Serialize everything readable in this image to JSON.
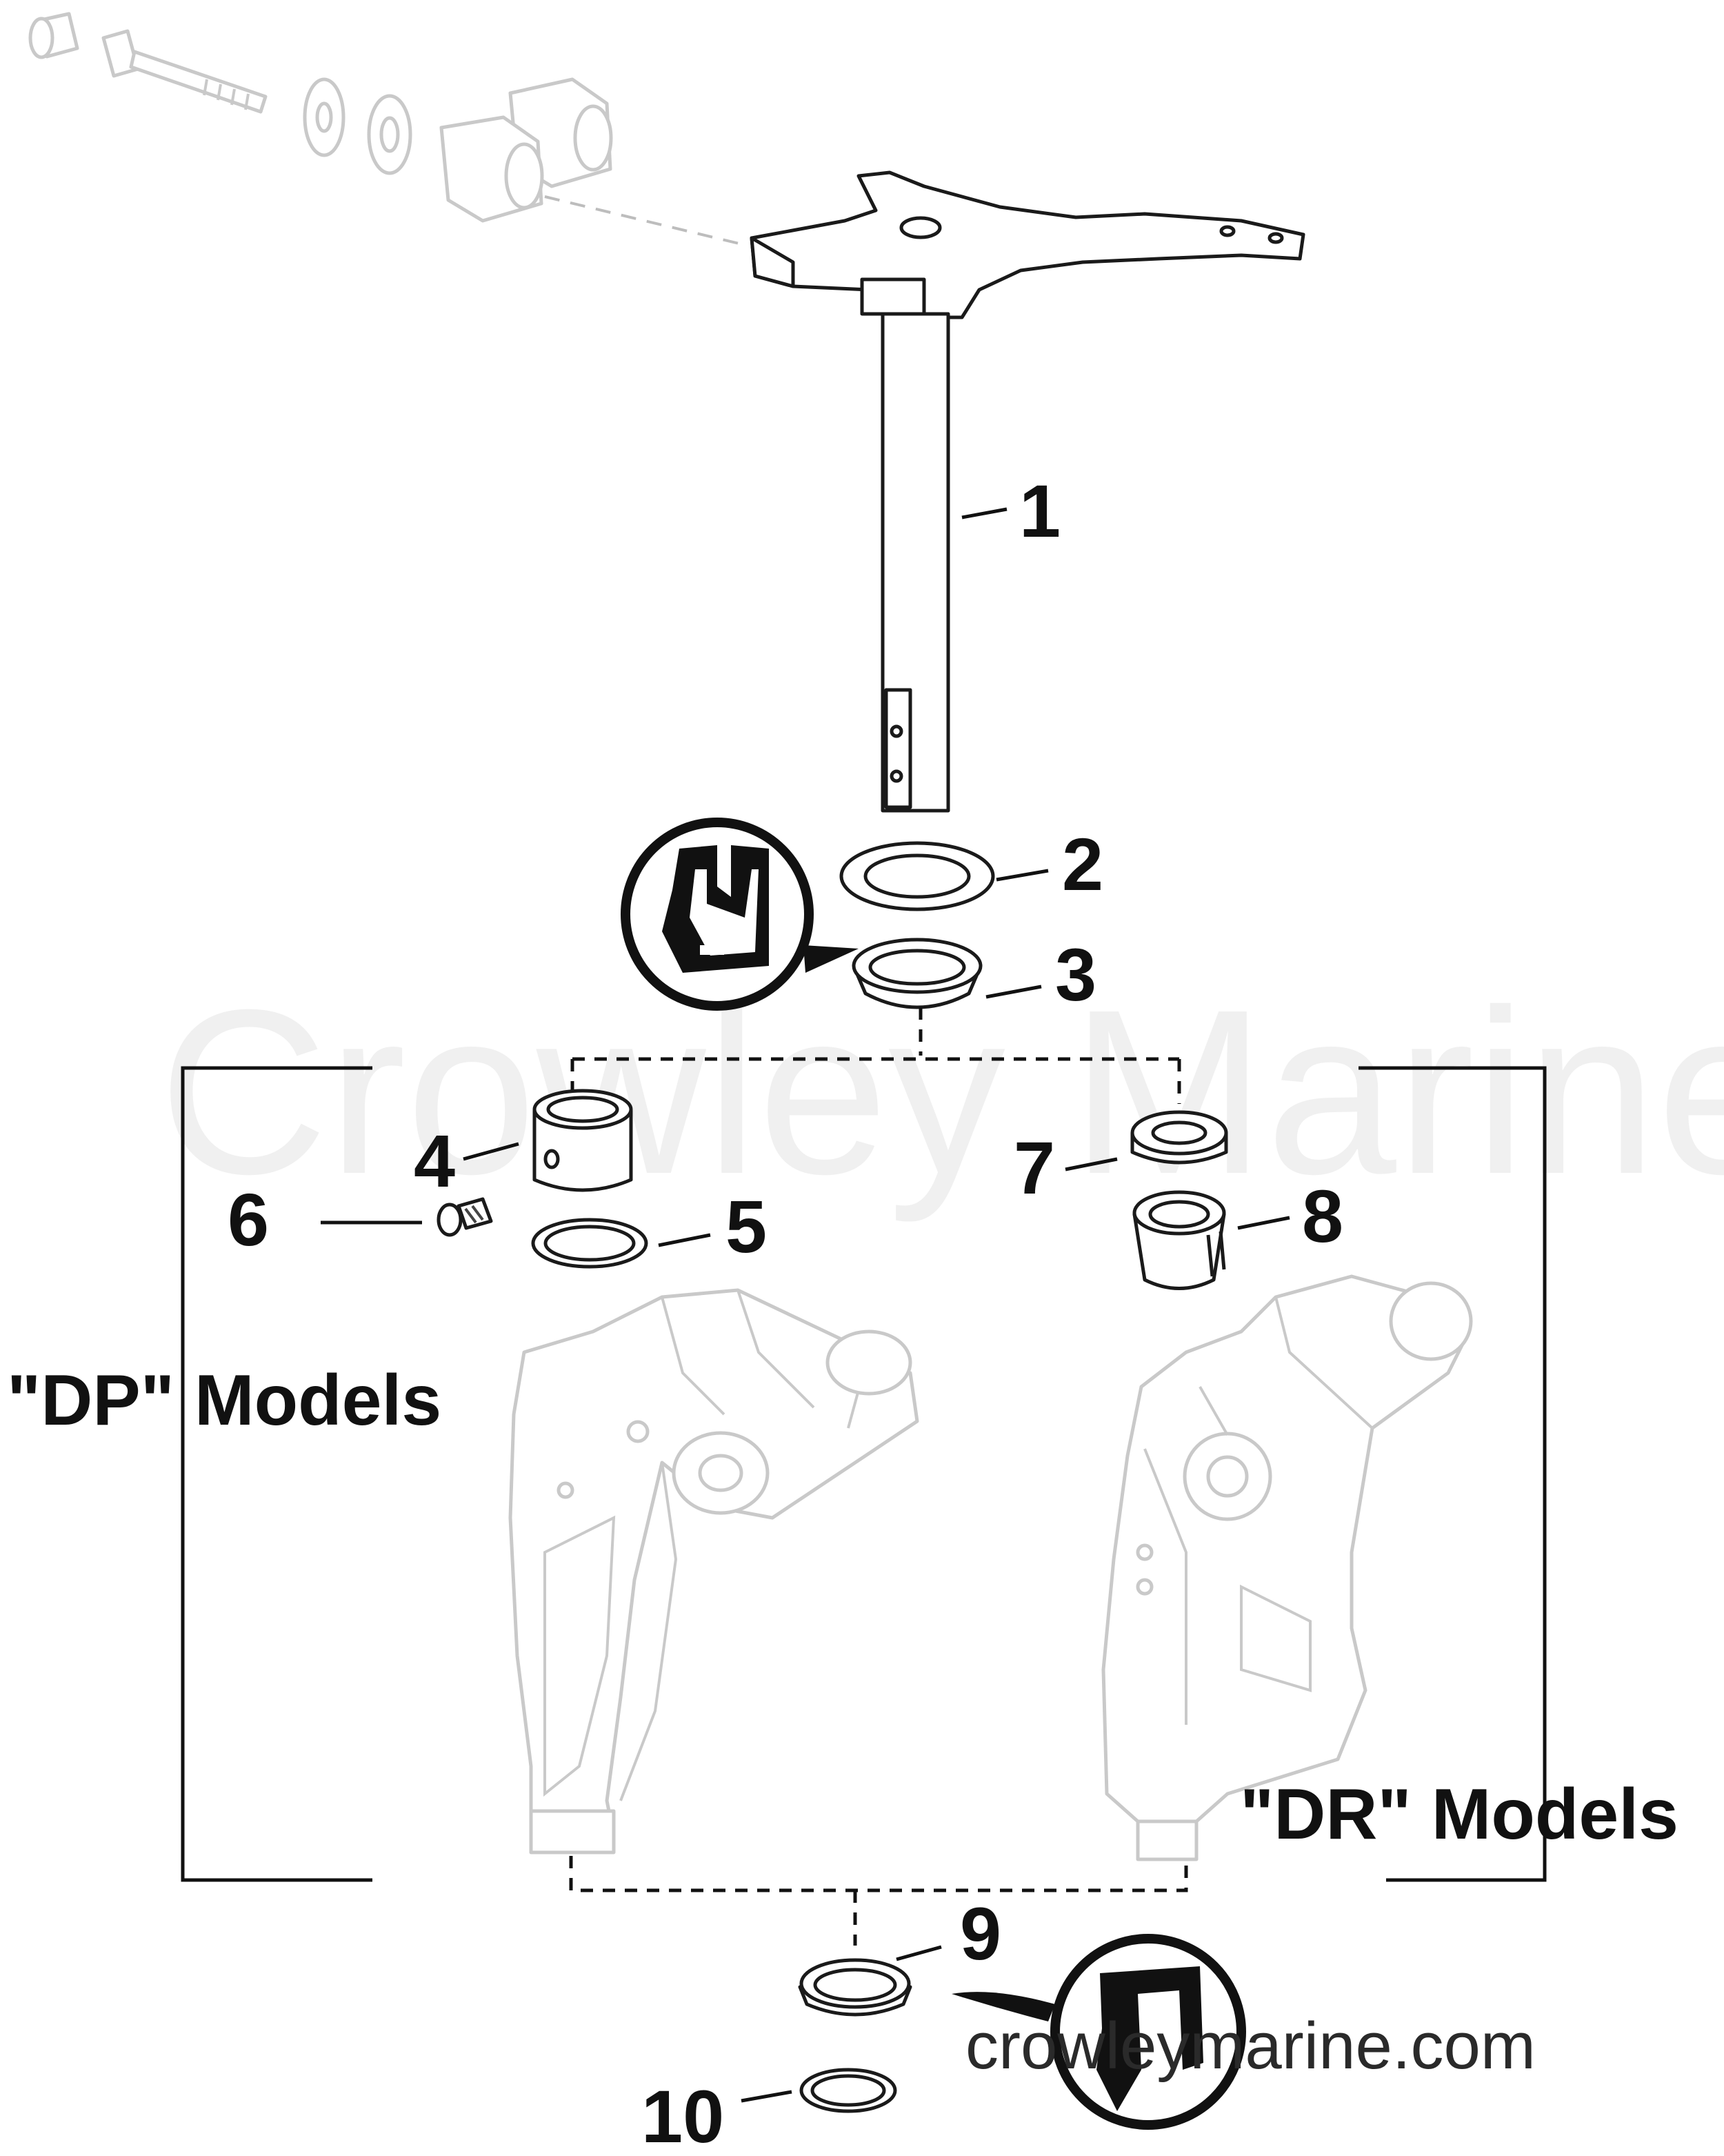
{
  "watermark": "Crowley Marine",
  "website": "crowleymarine.com",
  "models": {
    "dp": "\"DP\" Models",
    "dr": "\"DR\" Models"
  },
  "callouts": [
    "1",
    "2",
    "3",
    "4",
    "5",
    "6",
    "7",
    "8",
    "9",
    "10"
  ],
  "icons": [
    "grease-lubricant-icon",
    "sealer-lubricant-icon"
  ]
}
